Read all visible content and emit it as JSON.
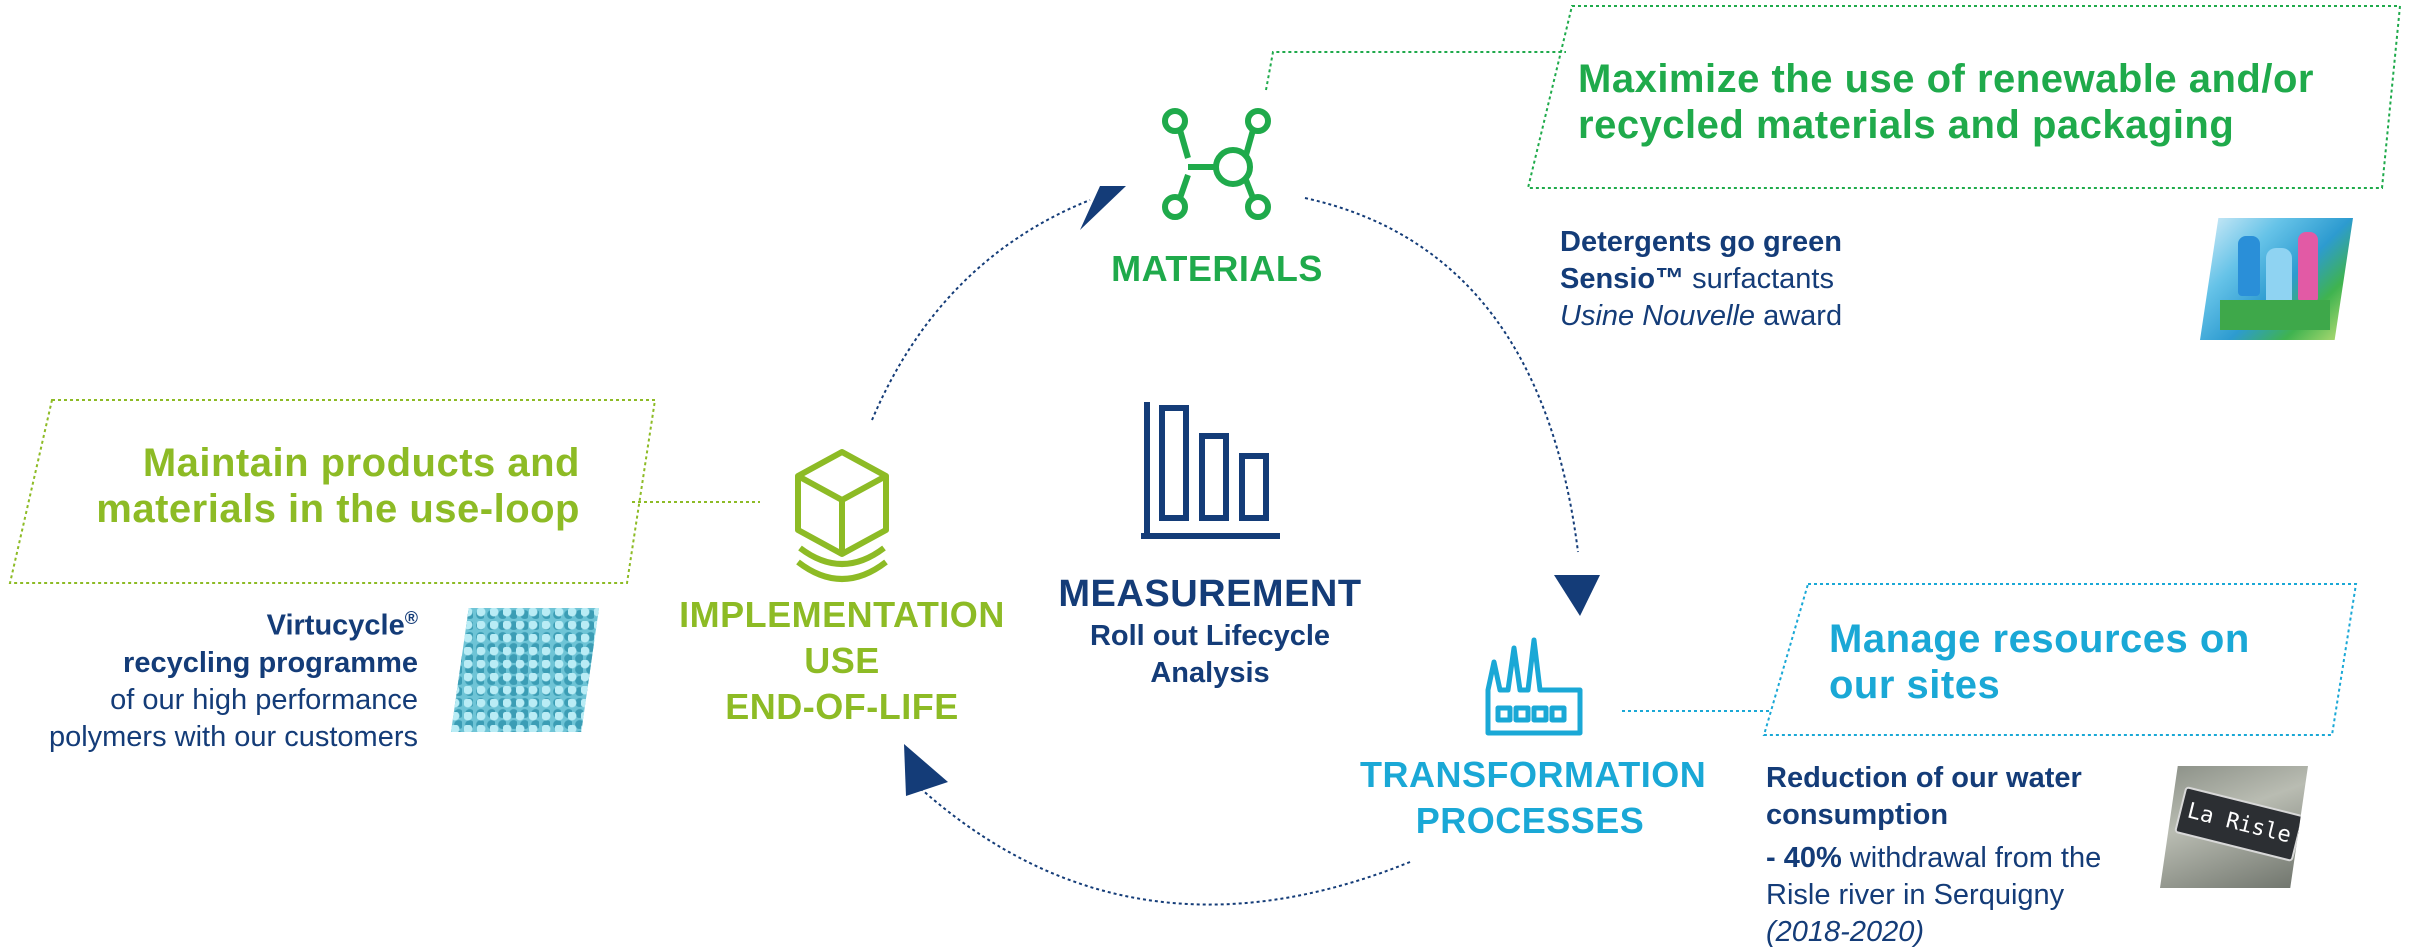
{
  "center": {
    "title": "MEASUREMENT",
    "subtitle_line1": "Roll out Lifecycle",
    "subtitle_line2": "Analysis",
    "icon": "bar-chart-icon"
  },
  "stages": {
    "materials": {
      "label": "MATERIALS",
      "icon": "molecule-icon",
      "color": "#1faa4b"
    },
    "implementation": {
      "line1": "IMPLEMENTATION",
      "line2": "USE",
      "line3": "END-OF-LIFE",
      "icon": "box-on-platform-icon",
      "color": "#8dbb25"
    },
    "transformation": {
      "line1": "TRANSFORMATION",
      "line2": "PROCESSES",
      "icon": "factory-icon",
      "color": "#1aa8d6"
    }
  },
  "objectives": {
    "materials": {
      "line1": "Maximize the use of renewable and/or",
      "line2": "recycled materials and packaging"
    },
    "implementation": {
      "line1": "Maintain products and",
      "line2": "materials in the use-loop"
    },
    "transformation": {
      "line1": "Manage resources on",
      "line2": "our sites"
    }
  },
  "examples": {
    "materials": {
      "title": "Detergents go green",
      "brand": "Sensio™",
      "brand_rest": " surfactants",
      "award_italic": "Usine Nouvelle",
      "award_rest": " award",
      "image": "detergent-bottles-photo"
    },
    "implementation": {
      "brand": "Virtucycle",
      "brand_mark": "®",
      "title_line2": "recycling programme",
      "line3": "of our high performance",
      "line4": "polymers with our customers",
      "image": "polymer-pellets-photo"
    },
    "transformation": {
      "title_line1": "Reduction of our water",
      "title_line2": "consumption",
      "stat": "- 40%",
      "stat_rest": " withdrawal from the",
      "line2": "Risle river in Serquigny",
      "period": "(2018-2020)",
      "image": "la-risle-sign-photo",
      "sign_text": "La Risle"
    }
  },
  "colors": {
    "navy": "#143c78",
    "green": "#1faa4b",
    "lime": "#8dbb25",
    "cyan": "#1aa8d6"
  }
}
